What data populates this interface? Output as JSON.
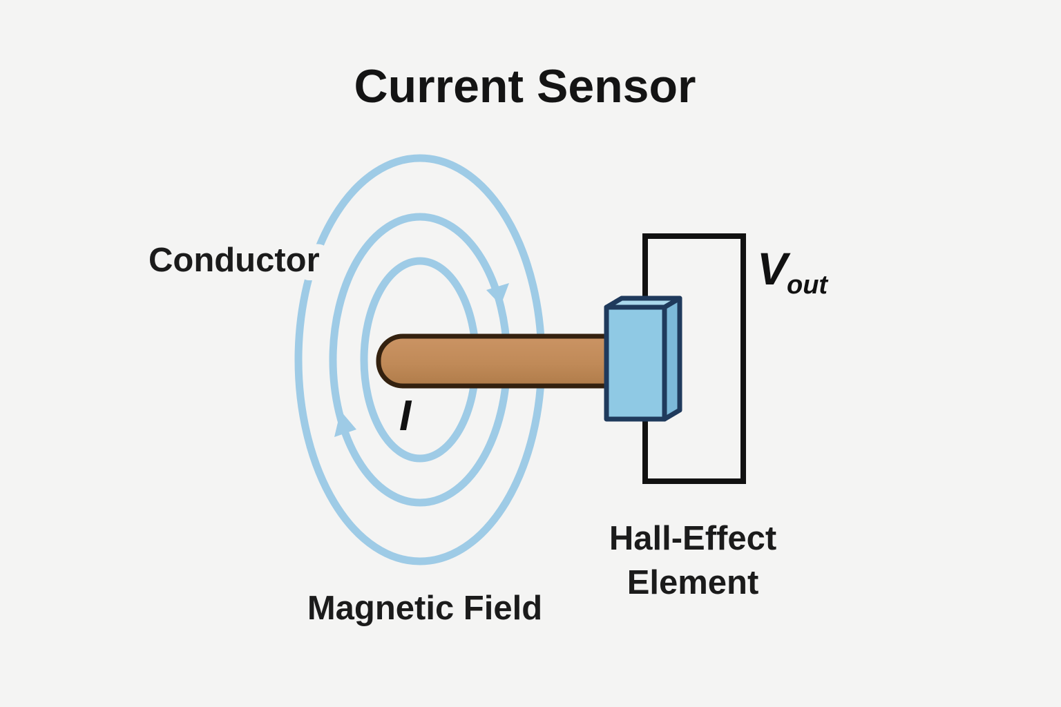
{
  "title": "Current Sensor",
  "labels": {
    "conductor": "Conductor",
    "current_symbol": "I",
    "magnetic_field": "Magnetic Field",
    "hall_element_line1": "Hall-Effect",
    "hall_element_line2": "Element",
    "vout_main": "V",
    "vout_sub": "out"
  },
  "colors": {
    "background": "#f4f4f3",
    "field_line_blue": "#9ecbe6",
    "rod_fill_light": "#cb9464",
    "rod_fill_dark": "#b07c4a",
    "rod_stroke": "#34210f",
    "hall_front": "#8fc9e4",
    "hall_top": "#aad8ec",
    "hall_side": "#7cb9d9",
    "hall_stroke": "#1f3a5c",
    "wire_black": "#111111",
    "text_black": "#141414"
  },
  "components": {
    "magnetic_field_lines": {
      "count": 3,
      "shape": "concentric-ellipses",
      "direction": "clockwise",
      "arrow_count": 2
    },
    "conductor_rod": {
      "orientation": "horizontal",
      "left_end": "rounded"
    },
    "hall_element": {
      "shape": "3d-box",
      "attached_to": "rod-right-end"
    },
    "output_circuit": {
      "shape": "rectangular-loop",
      "connects": "hall-element-top-and-bottom"
    }
  }
}
